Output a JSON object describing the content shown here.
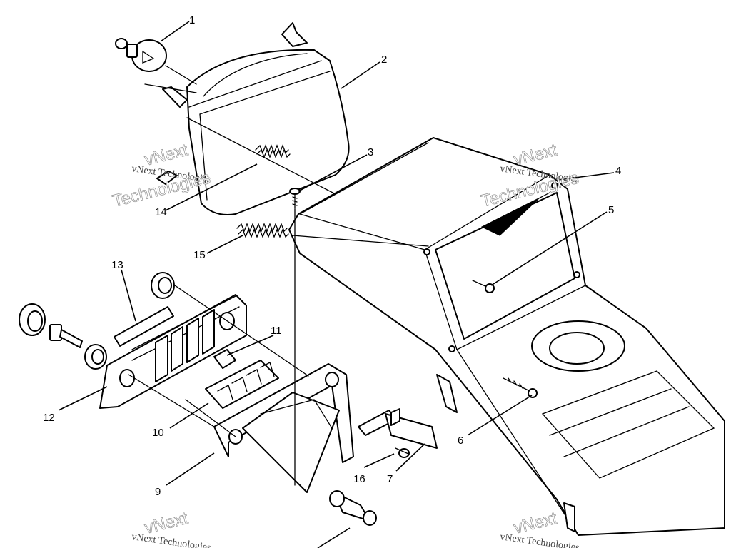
{
  "callouts": {
    "c1": "1",
    "c2": "2",
    "c3": "3",
    "c4": "4",
    "c5": "5",
    "c6": "6",
    "c7": "7",
    "c9": "9",
    "c10": "10",
    "c11": "11",
    "c12": "12",
    "c13": "13",
    "c14": "14",
    "c15": "15",
    "c16": "16"
  },
  "watermark": {
    "text": "vNext Technologies",
    "line1": "vNext",
    "line2": "Technologies"
  }
}
